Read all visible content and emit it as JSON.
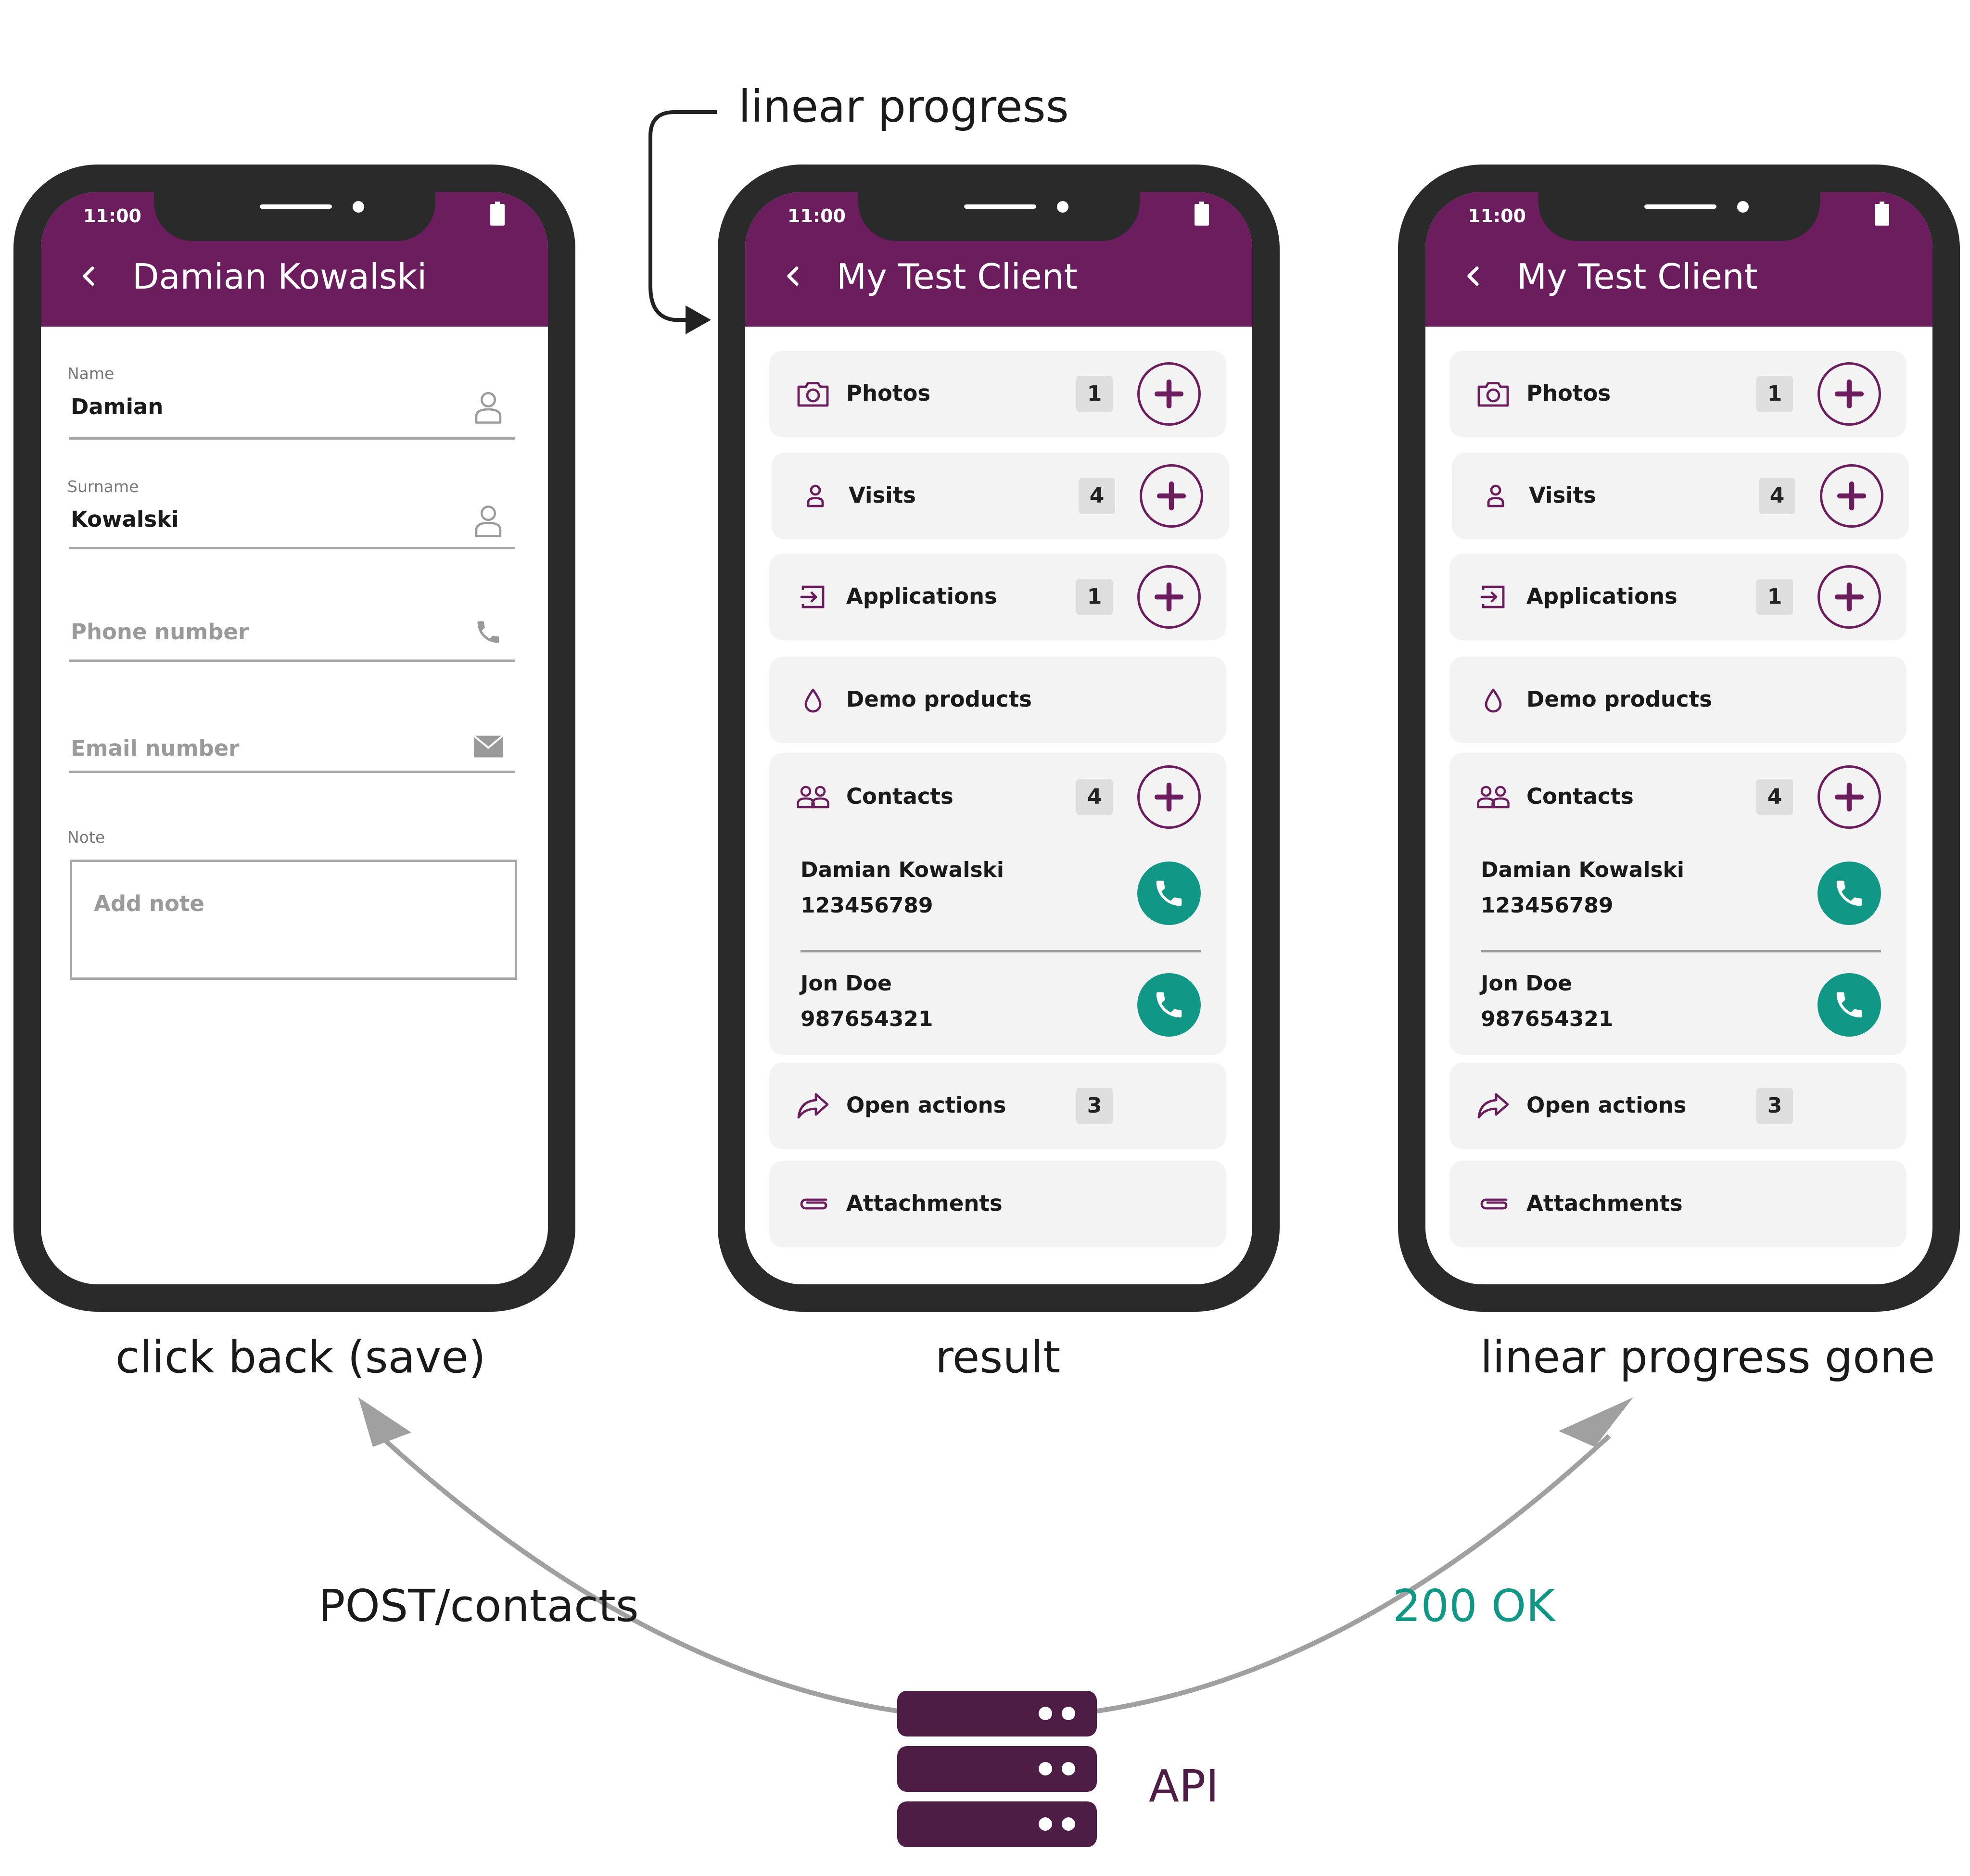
{
  "annotations": {
    "linear_progress": "linear progress",
    "caption_left": "click back (save)",
    "caption_middle": "result",
    "caption_right": "linear progress gone",
    "request": "POST/contacts",
    "response": "200 OK",
    "api": "API"
  },
  "colors": {
    "brand": "#6b1d5e",
    "call": "#109786",
    "response_text": "#109786",
    "server": "#4d1d45",
    "arc": "#a0a0a0"
  },
  "edit_screen": {
    "time": "11:00",
    "title": "Damian Kowalski",
    "fields": [
      {
        "label": "Name",
        "value": "Damian",
        "icon": "person-icon"
      },
      {
        "label": "Surname",
        "value": "Kowalski",
        "icon": "person-icon"
      },
      {
        "placeholder": "Phone number",
        "icon": "phone-icon"
      },
      {
        "placeholder": "Email number",
        "icon": "mail-icon"
      }
    ],
    "note_label": "Note",
    "note_placeholder": "Add note"
  },
  "client_screen": {
    "time": "11:00",
    "title": "My Test Client",
    "items": [
      {
        "label": "Photos",
        "count": "1",
        "icon": "camera-icon"
      },
      {
        "label": "Visits",
        "count": "4",
        "icon": "person-icon"
      },
      {
        "label": "Applications",
        "count": "1",
        "icon": "login-icon"
      },
      {
        "label": "Demo products",
        "icon": "drop-icon"
      },
      {
        "label": "Contacts",
        "count": "4",
        "icon": "group-icon"
      },
      {
        "label": "Open actions",
        "count": "3",
        "icon": "share-icon"
      },
      {
        "label": "Attachments",
        "icon": "paperclip-icon"
      }
    ],
    "contacts": [
      {
        "name": "Damian Kowalski",
        "phone": "123456789"
      },
      {
        "name": "Jon Doe",
        "phone": "987654321"
      }
    ]
  }
}
